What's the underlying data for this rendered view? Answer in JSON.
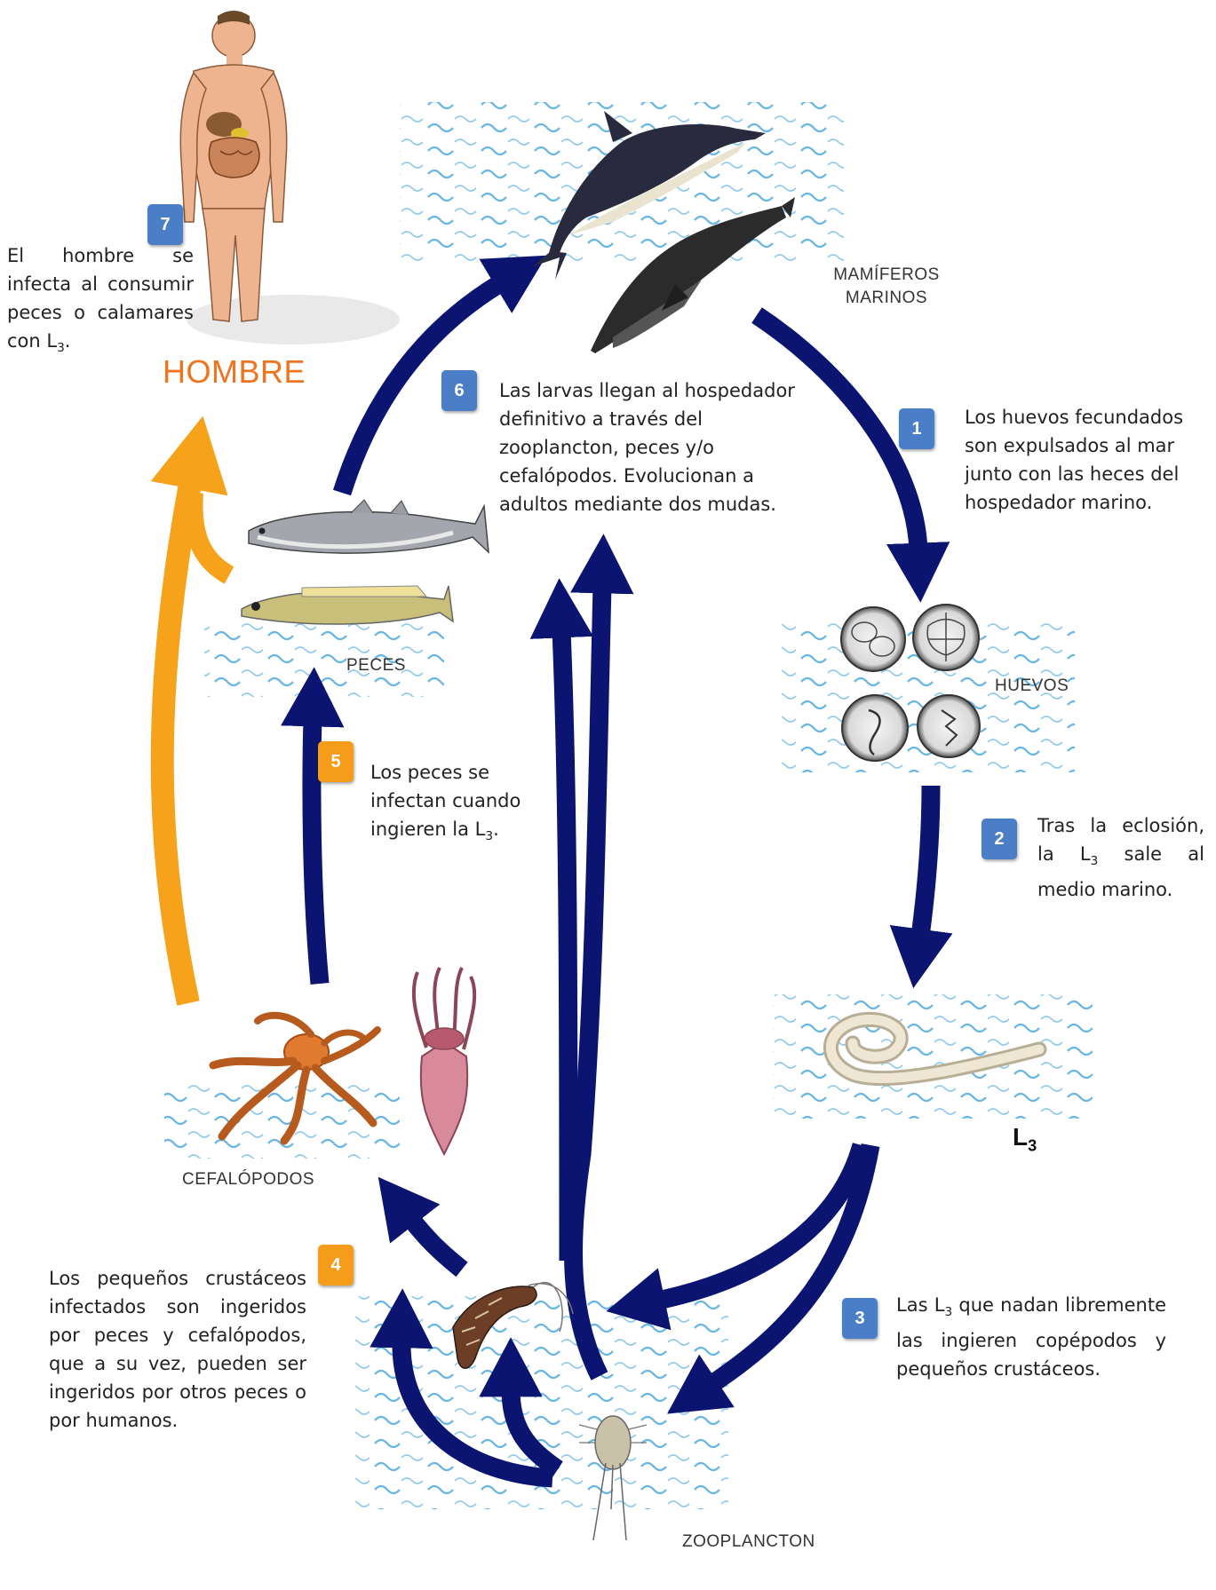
{
  "labels": {
    "hombre": "HOMBRE",
    "mamiferos_line1": "MAMÍFEROS",
    "mamiferos_line2": "MARINOS",
    "huevos": "HUEVOS",
    "l3": "L",
    "l3_sub": "3",
    "cefalopodos": "CEFALÓPODOS",
    "peces": "PECES",
    "zooplancton": "ZOOPLANCTON"
  },
  "steps": [
    {
      "num": "1",
      "text": "Los huevos fecundados son expulsados al mar junto con las heces del hospedador marino."
    },
    {
      "num": "2",
      "text_before": "Tras la eclosión, la L",
      "sub": "3",
      "text_after": " sale al medio marino."
    },
    {
      "num": "3",
      "text_before": "Las L",
      "sub": "3",
      "text_after": " que nadan libremente las ingieren copépodos y pequeños crustáceos."
    },
    {
      "num": "4",
      "text": "Los pequeños crustáceos infectados son ingeridos por peces y cefalópodos, que a su vez, pueden ser ingeridos por otros peces o por humanos."
    },
    {
      "num": "5",
      "text_before": "Los peces se infectan cuando ingieren la L",
      "sub": "3",
      "text_after": "."
    },
    {
      "num": "6",
      "text": "Las larvas llegan al hospedador definitivo a través del zooplancton, peces y/o cefalópodos.  Evolucionan a adultos mediante dos mudas."
    },
    {
      "num": "7",
      "text_before": "El hombre se infecta al consumir peces o calamares con L",
      "sub": "3",
      "text_after": "."
    }
  ],
  "colors": {
    "arrow_blue": "#0b1470",
    "arrow_orange": "#f7a21b",
    "badge_blue": "#4a7fc8",
    "badge_orange": "#f59c1a",
    "water": "#4aa8e0",
    "hombre_text": "#f0731e"
  }
}
